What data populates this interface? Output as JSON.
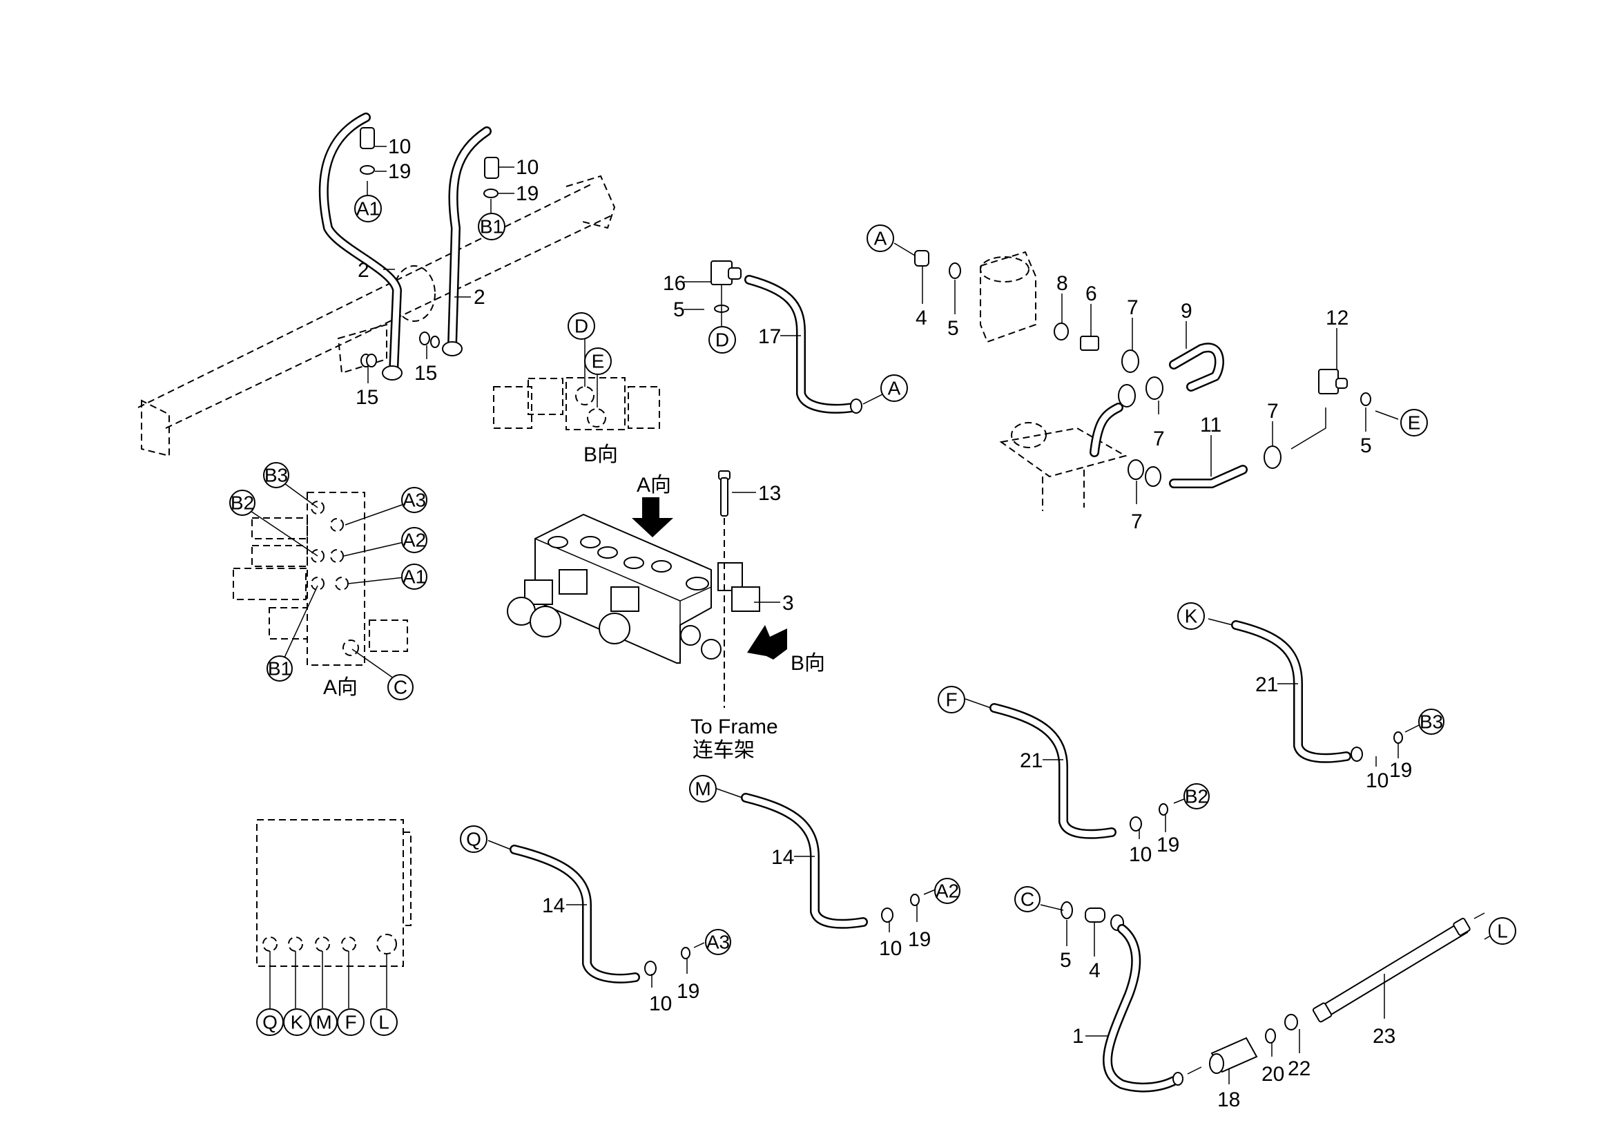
{
  "diagram": {
    "title": "Hydraulic valve piping exploded view",
    "view_labels": {
      "a_view": "A向",
      "b_view": "B向",
      "to_frame_en": "To Frame",
      "to_frame_cn": "连车架"
    },
    "callout_circles": {
      "A1_top": "A1",
      "B1_top": "B1",
      "D_bview": "D",
      "E_bview": "E",
      "D_conn": "D",
      "A_hose17": "A",
      "A_filter": "A",
      "E_sensor": "E",
      "B3_aview": "B3",
      "B2_aview": "B2",
      "A3_aview": "A3",
      "A2_aview": "A2",
      "A1_aview": "A1",
      "B1_aview": "B1",
      "C_aview": "C",
      "K_hose": "K",
      "B3_hose": "B3",
      "F_hose": "F",
      "B2_hose": "B2",
      "M_hose": "M",
      "A2_hose": "A2",
      "Q_hose": "Q",
      "A3_hose": "A3",
      "C_hose": "C",
      "L_hose": "L",
      "Q_port": "Q",
      "K_port": "K",
      "M_port": "M",
      "F_port": "F",
      "L_port": "L"
    },
    "part_numbers": {
      "p10_a": "10",
      "p19_a": "19",
      "p10_b": "10",
      "p19_b": "19",
      "p2_left": "2",
      "p2_right": "2",
      "p15_left": "15",
      "p15_right": "15",
      "p16": "16",
      "p5_d": "5",
      "p17": "17",
      "p4_top": "4",
      "p5_top": "5",
      "p8": "8",
      "p6": "6",
      "p7_a": "7",
      "p9": "9",
      "p7_b": "7",
      "p11": "11",
      "p7_c": "7",
      "p7_d": "7",
      "p12": "12",
      "p5_e": "5",
      "p13": "13",
      "p3": "3",
      "p21_k": "21",
      "p10_k": "10",
      "p19_k": "19",
      "p21_f": "21",
      "p10_f": "10",
      "p19_f": "19",
      "p14_m": "14",
      "p10_m": "10",
      "p19_m": "19",
      "p14_q": "14",
      "p10_q": "10",
      "p19_q": "19",
      "p5_c": "5",
      "p4_c": "4",
      "p1": "1",
      "p18": "18",
      "p20": "20",
      "p22": "22",
      "p23": "23"
    }
  }
}
